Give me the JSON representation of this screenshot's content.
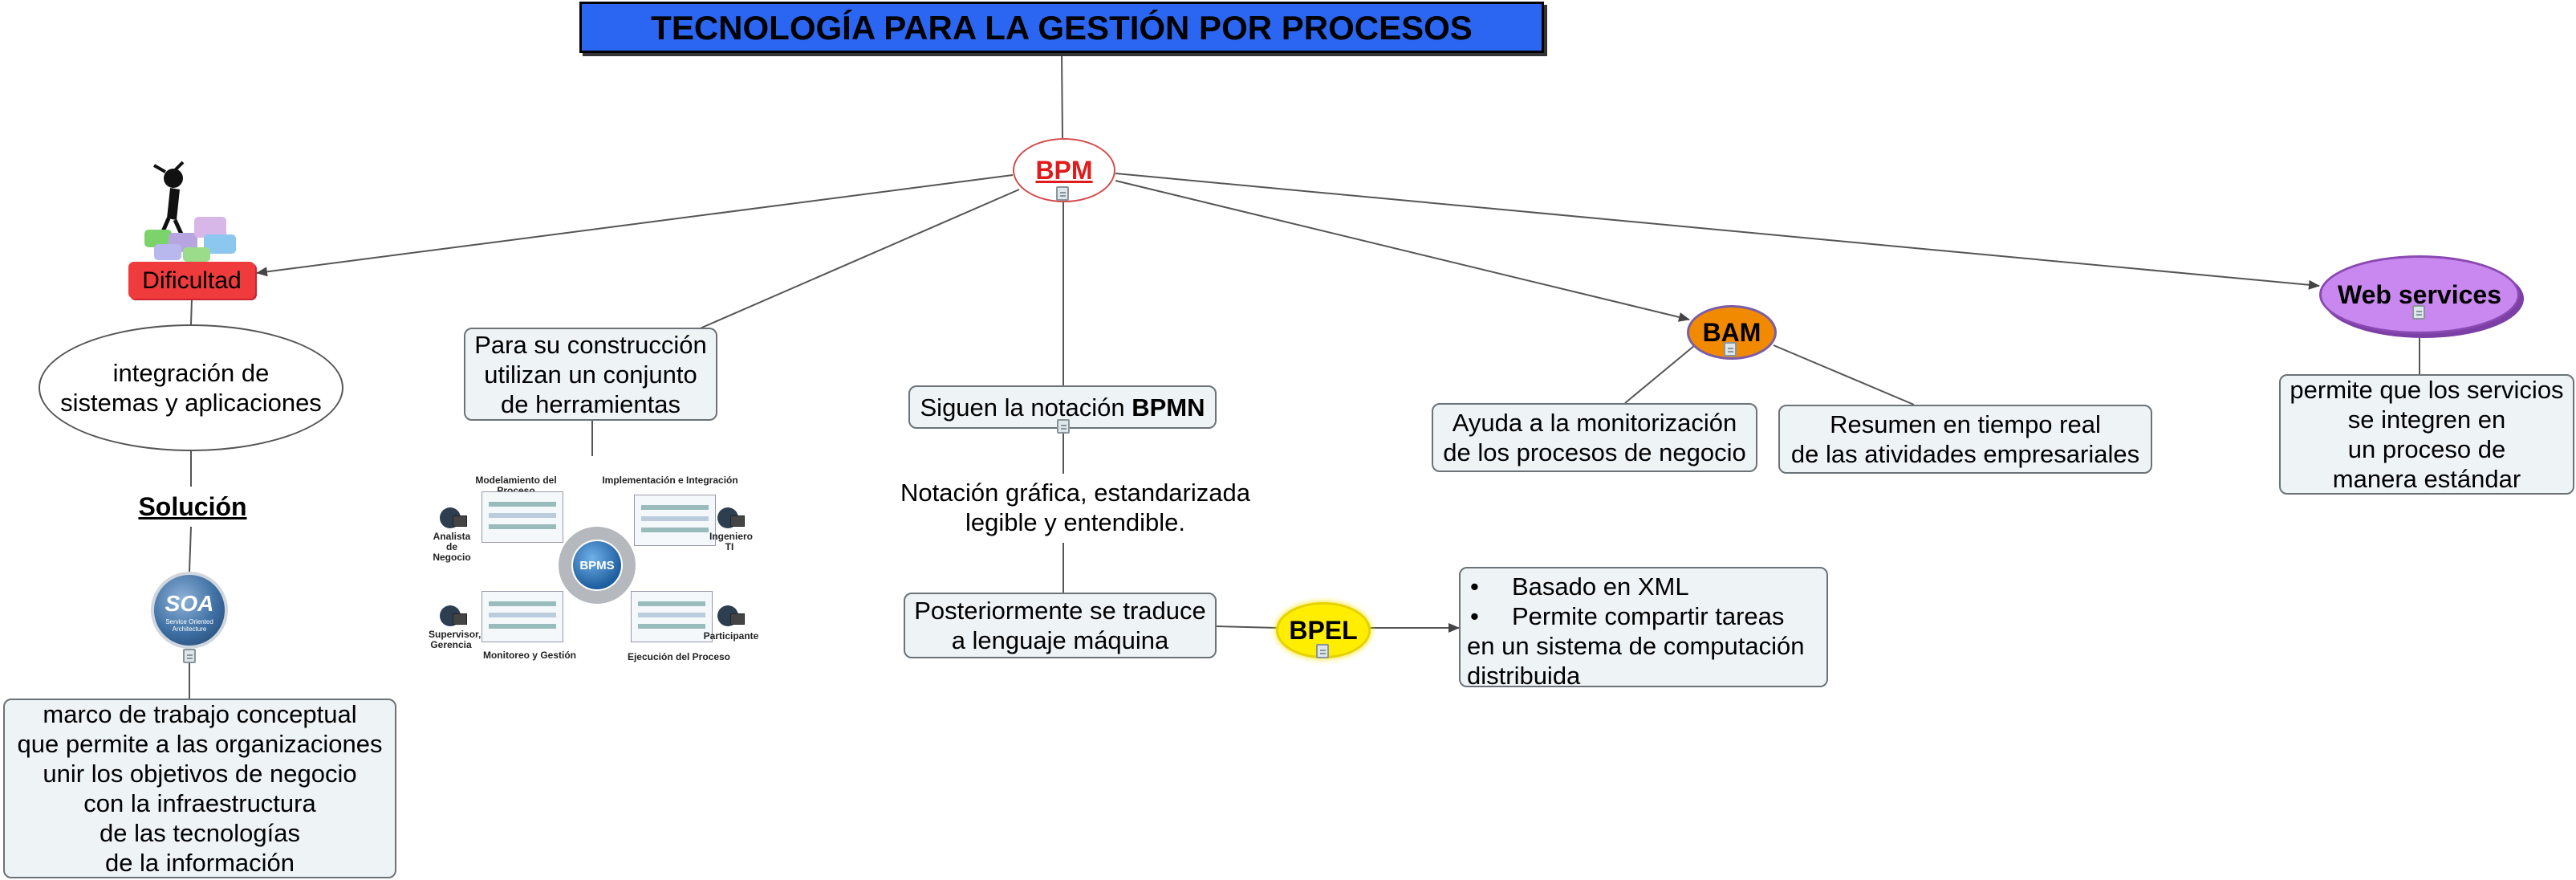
{
  "title": "TECNOLOGÍA PARA LA GESTIÓN POR PROCESOS",
  "nodes": {
    "bpm": "BPM",
    "dificultad": "Dificultad",
    "integracion": "integración de\nsistemas y aplicaciones",
    "solucion": "Solución",
    "soa": {
      "label": "SOA",
      "caption": "Service Oriented Architecture"
    },
    "marco": "marco de trabajo conceptual\nque permite a las organizaciones\nunir los objetivos de negocio\ncon la infraestructura\nde las tecnologías\nde la información",
    "construccion": "Para su construcción\nutilizan un conjunto\nde herramientas",
    "notacion_prefix": "Siguen la notación ",
    "notacion_bold": "BPMN",
    "notacion_desc": "Notación gráfica, estandarizada\nlegible y entendible.",
    "traduce": "Posteriormente se traduce\na lenguaje máquina",
    "bpel": "BPEL",
    "bpel_items": [
      "Basado en XML",
      "Permite compartir tareas"
    ],
    "bpel_continuation": "en un sistema de computación\ndistribuida",
    "bam": "BAM",
    "bam_monitor": "Ayuda a la monitorización\nde los procesos de negocio",
    "bam_resumen": "Resumen en tiempo real\nde las atividades empresariales",
    "web_services": "Web services",
    "web_desc": "permite que los servicios\nse integren en\nun proceso de\nmanera estándar"
  },
  "bpms_figure": {
    "center": "BPMS",
    "captions": {
      "modelamiento": "Modelamiento del Proceso",
      "implementacion": "Implementación e Integración",
      "monitoreo": "Monitoreo y Gestión",
      "ejecucion": "Ejecución del Proceso",
      "analista": "Analista de Negocio",
      "ingeniero": "Ingeniero TI",
      "supervisor": "Supervisor, Gerencia",
      "participante": "Participante"
    }
  },
  "colors": {
    "title_bg": "#2b66f2",
    "bpm_text": "#e01b1b",
    "dificultad_bg": "#ef3b3b",
    "bam_bg": "#f28a00",
    "bpel_bg": "#ffee00",
    "web_bg": "#c888f0",
    "box_bg": "#eef3f5"
  }
}
